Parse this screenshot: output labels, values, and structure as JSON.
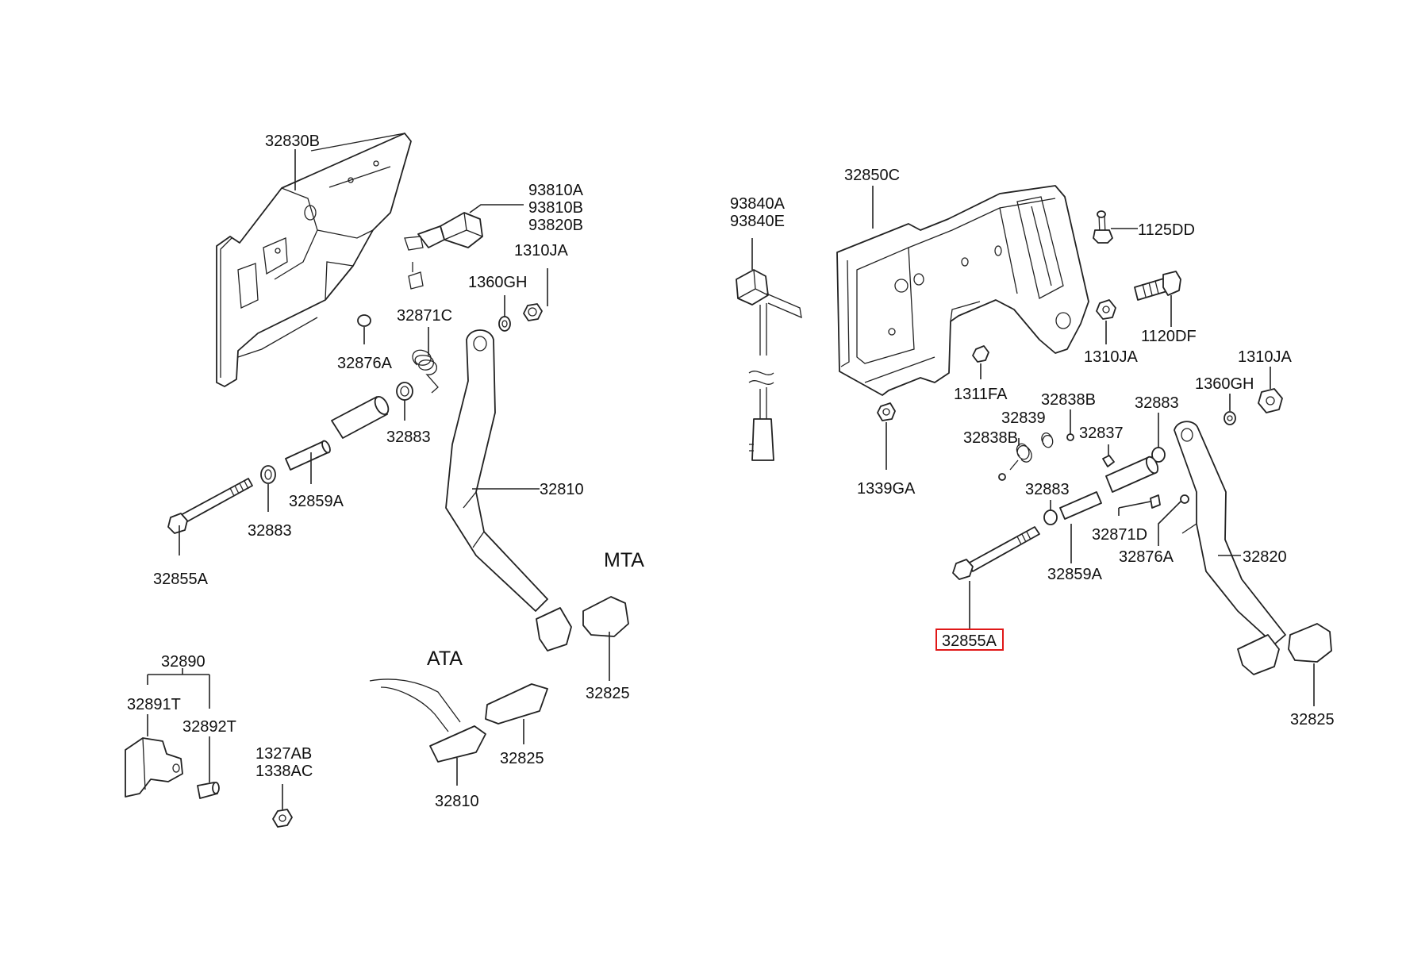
{
  "diagram": {
    "variants": {
      "mta": "MTA",
      "ata": "ATA"
    },
    "highlight_color": "#e01818",
    "left_labels": {
      "p32830B": "32830B",
      "p93810A": "93810A",
      "p93810B": "93810B",
      "p93820B": "93820B",
      "p1310JA": "1310JA",
      "p1360GH": "1360GH",
      "p32871C": "32871C",
      "p32876A": "32876A",
      "p32883_top": "32883",
      "p32810_mta": "32810",
      "p32859A": "32859A",
      "p32883_mid": "32883",
      "p32855A": "32855A",
      "p32825_mta": "32825",
      "p32890": "32890",
      "p32891T": "32891T",
      "p32892T": "32892T",
      "p1327AB": "1327AB",
      "p1338AC": "1338AC",
      "p32825_ata": "32825",
      "p32810_ata": "32810"
    },
    "right_labels": {
      "p93840A": "93840A",
      "p93840E": "93840E",
      "p32850C": "32850C",
      "p1125DD": "1125DD",
      "p1120DF": "1120DF",
      "p1310JA_a": "1310JA",
      "p1311FA": "1311FA",
      "p1339GA": "1339GA",
      "p32838B_a": "32838B",
      "p32839": "32839",
      "p32838B_b": "32838B",
      "p32837": "32837",
      "p32883_a": "32883",
      "p1360GH": "1360GH",
      "p1310JA_b": "1310JA",
      "p32883_b": "32883",
      "p32871D": "32871D",
      "p32876A": "32876A",
      "p32859A": "32859A",
      "p32820": "32820",
      "p32855A": "32855A",
      "p32825": "32825"
    },
    "highlighted_part": "32855A"
  }
}
